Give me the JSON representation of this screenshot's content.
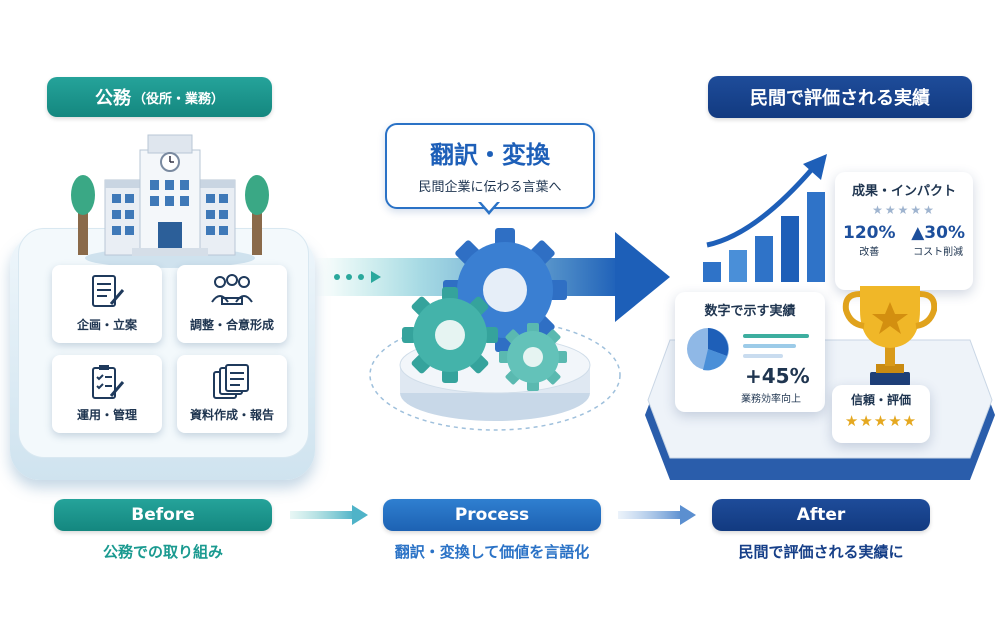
{
  "before": {
    "header_main": "公務",
    "header_sub": "（役所・業務）",
    "cards": [
      "企画・立案",
      "調整・合意形成",
      "運用・管理",
      "資料作成・報告"
    ],
    "label": "Before",
    "caption": "公務での取り組み"
  },
  "process": {
    "bubble_title": "翻訳・変換",
    "bubble_sub": "民間企業に伝わる言葉へ",
    "label": "Process",
    "caption": "翻訳・変換して価値を言語化"
  },
  "after": {
    "header": "民間で評価される実績",
    "impact_title": "成果・インパクト",
    "impact_value1": "120%",
    "impact_label1": "改善",
    "impact_value2": "▲30%",
    "impact_label2": "コスト削減",
    "numbers_title": "数字で示す実績",
    "numbers_value": "+45%",
    "numbers_label": "業務効率向上",
    "trust_title": "信頼・評価",
    "stars": "★★★★★",
    "label": "After",
    "caption": "民間で評価される実績に"
  },
  "colors": {
    "teal": "#1a9a90",
    "blue": "#2a72c6",
    "navy": "#163f88",
    "gold": "#e5a820"
  }
}
